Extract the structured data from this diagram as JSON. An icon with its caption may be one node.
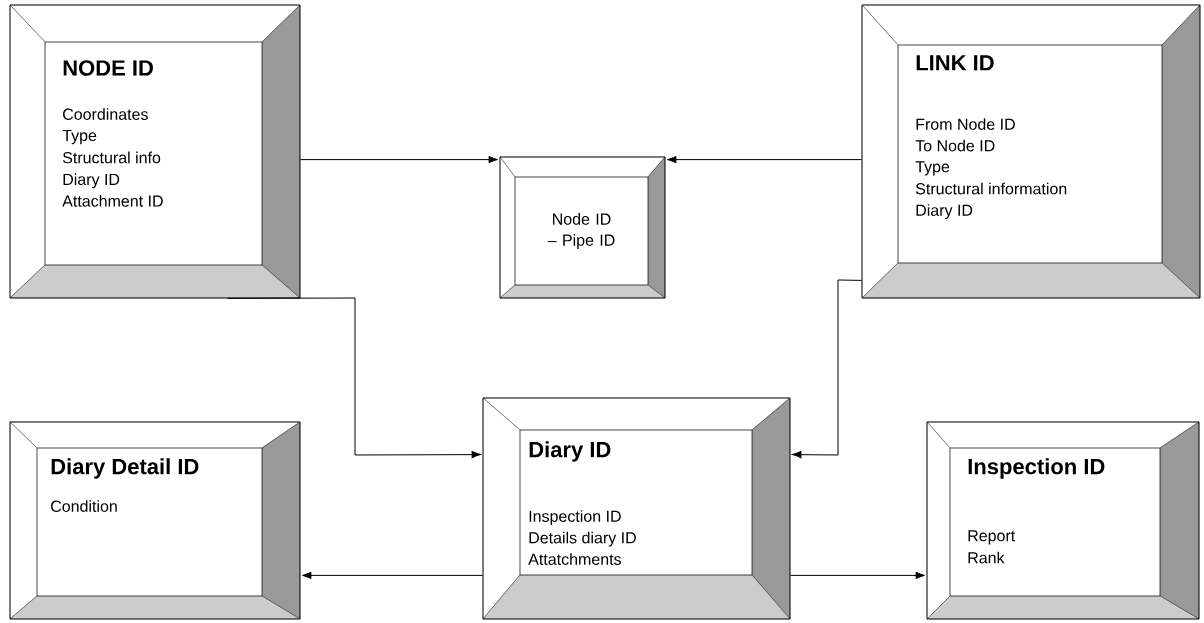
{
  "diagram": {
    "nodes": [
      {
        "text": [
          "NODE ID",
          "Coordinates",
          "Type",
          "Structural info",
          "Diary ID",
          "Attachment ID"
        ]
      },
      {
        "text": [
          "Node ID – Pipe ID"
        ]
      },
      {
        "text": [
          "LINK ID",
          "From Node ID",
          "To Node ID",
          "Type",
          "Structural information",
          "Diary ID"
        ]
      },
      {
        "text": [
          "Diary Detail ID",
          "Condition"
        ]
      },
      {
        "text": [
          "Diary ID",
          "Inspection ID",
          "Details diary ID",
          "Attatchments"
        ]
      },
      {
        "text": [
          "Inspection ID",
          "Report",
          "Rank"
        ]
      }
    ],
    "edges": [
      {
        "from": 0,
        "to": 1,
        "arrow": "to"
      },
      {
        "from": 2,
        "to": 1,
        "arrow": "to"
      },
      {
        "from": 0,
        "to": 4,
        "arrow": "to"
      },
      {
        "from": 2,
        "to": 4,
        "arrow": "to"
      },
      {
        "from": 4,
        "to": 3,
        "arrow": "to"
      },
      {
        "from": 4,
        "to": 5,
        "arrow": "to"
      }
    ]
  }
}
